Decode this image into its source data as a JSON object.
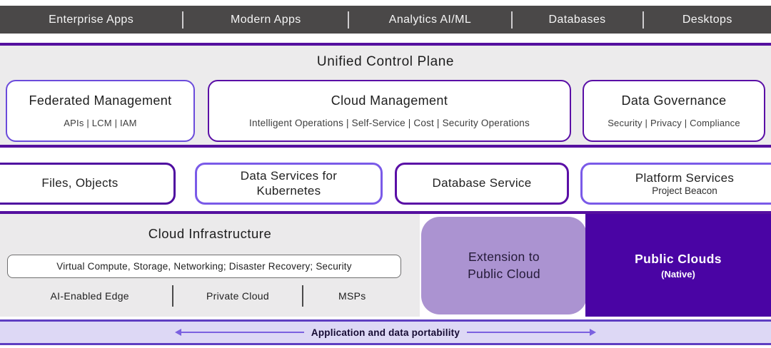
{
  "colors": {
    "top_bar_bg": "#4a4848",
    "purple_dark": "#55109f",
    "indigo_light": "#7a5ae8",
    "section_bg": "#ebeaeb",
    "extension_bg": "#ab93d1",
    "public_clouds_bg": "#4a04a4",
    "portability_bg": "#ddd8f5",
    "portability_border": "#5e3ec2"
  },
  "top_bar": {
    "items": [
      {
        "label": "Enterprise Apps"
      },
      {
        "label": "Modern Apps"
      },
      {
        "label": "Analytics AI/ML"
      },
      {
        "label": "Databases"
      },
      {
        "label": "Desktops"
      }
    ]
  },
  "control_plane": {
    "title": "Unified Control Plane",
    "boxes": [
      {
        "title": "Federated Management",
        "subtitle": "APIs | LCM | IAM"
      },
      {
        "title": "Cloud Management",
        "subtitle": "Intelligent Operations | Self-Service | Cost | Security Operations"
      },
      {
        "title": "Data Governance",
        "subtitle": "Security | Privacy | Compliance"
      }
    ]
  },
  "services": {
    "boxes": [
      {
        "title": "Files, Objects"
      },
      {
        "title": "Data Services for Kubernetes"
      },
      {
        "title": "Database Service"
      },
      {
        "title": "Platform Services",
        "subtitle": "Project Beacon"
      }
    ]
  },
  "infrastructure": {
    "title": "Cloud Infrastructure",
    "capabilities": "Virtual Compute, Storage, Networking; Disaster Recovery; Security",
    "deployments": [
      {
        "label": "AI-Enabled Edge"
      },
      {
        "label": "Private Cloud"
      },
      {
        "label": "MSPs"
      }
    ]
  },
  "extension": {
    "line1": "Extension to",
    "line2": "Public Cloud"
  },
  "public_clouds": {
    "title": "Public Clouds",
    "subtitle": "(Native)"
  },
  "portability": {
    "label": "Application and data portability"
  }
}
